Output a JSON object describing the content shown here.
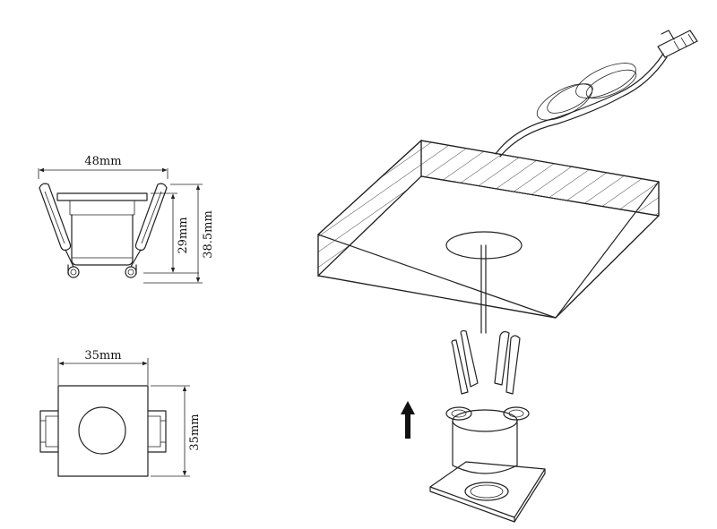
{
  "dimensions": {
    "side_width": "48mm",
    "side_depth_body": "29mm",
    "side_depth_total": "38.5mm",
    "top_width": "35mm",
    "top_height": "35mm"
  },
  "colors": {
    "line": "#222222",
    "background": "#ffffff"
  }
}
